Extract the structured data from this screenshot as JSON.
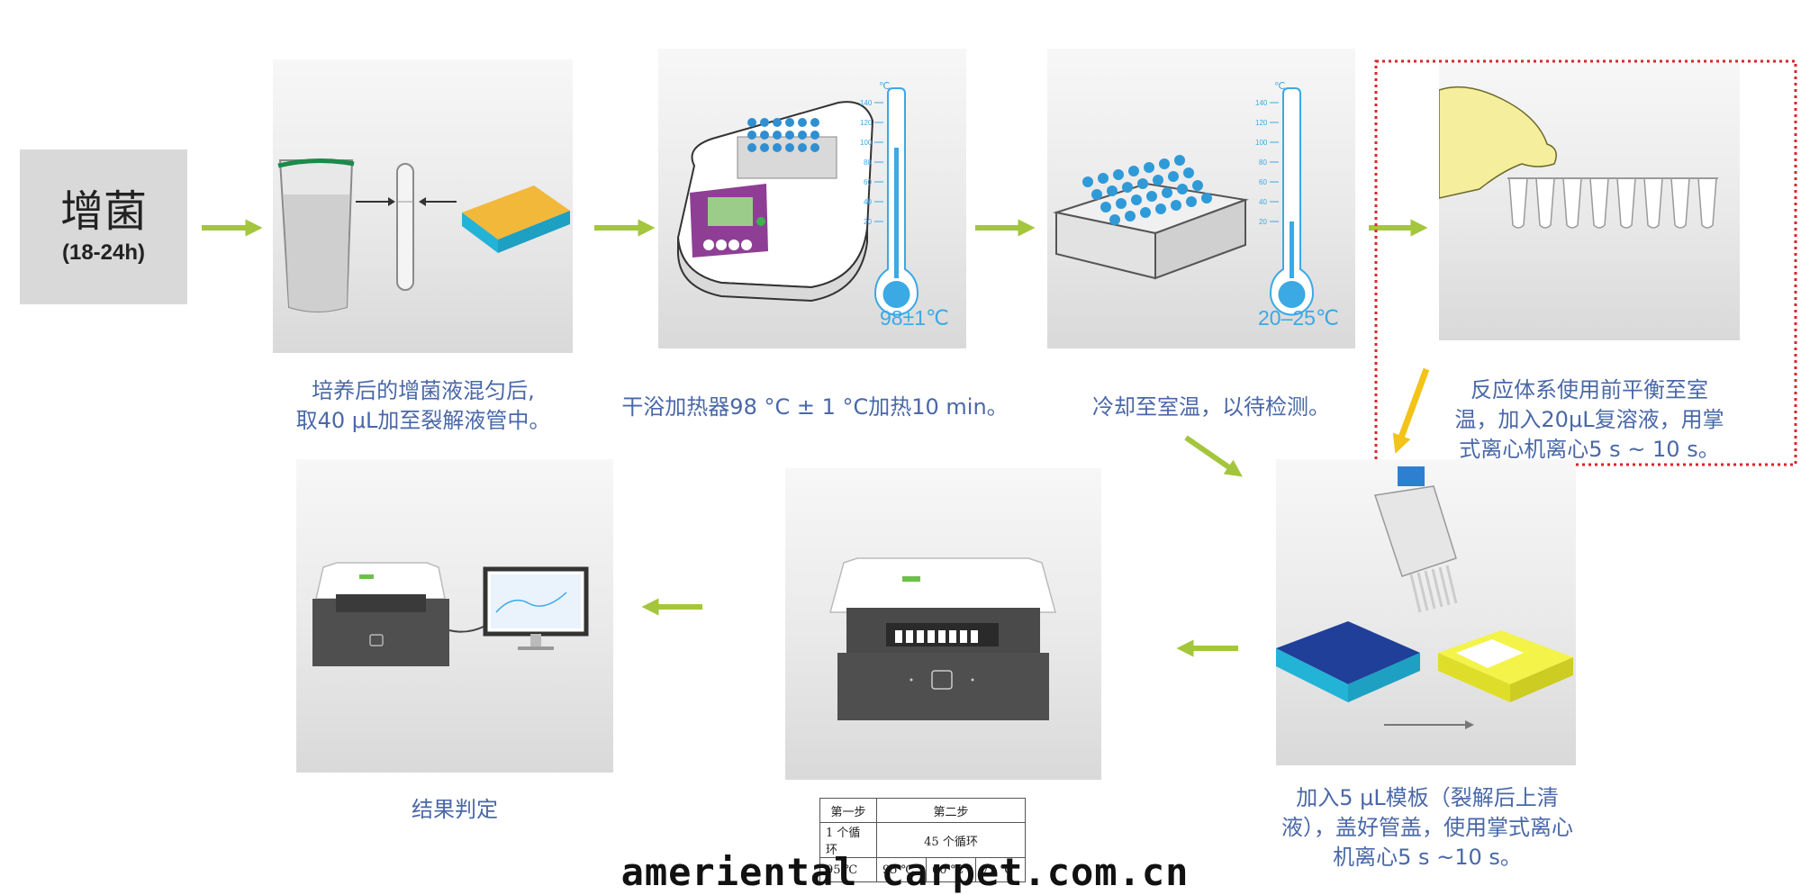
{
  "start": {
    "title": "增菌",
    "subtitle": "(18-24h)"
  },
  "steps": [
    {
      "caption_lines": [
        "培养后的增菌液混匀后,",
        "取40 μL加至裂解液管中。"
      ]
    },
    {
      "caption_lines": [
        "干浴加热器98 °C ± 1 °C加热10 min。"
      ],
      "temp_label": "98±1℃"
    },
    {
      "caption_lines": [
        "冷却至室温，以待检测。"
      ],
      "temp_label": "20–25℃"
    },
    {
      "caption_lines": [
        "反应体系使用前平衡至室",
        "温，加入20μL复溶液，用掌",
        "式离心机离心5 s ~ 10 s。"
      ]
    },
    {
      "caption_lines": [
        "加入5 μL模板（裂解后上清",
        "液），盖好管盖，使用掌式离心",
        "机离心5 s ~10 s。"
      ]
    },
    {
      "caption_lines": [
        "结果判定"
      ]
    }
  ],
  "thermometer": {
    "unit": "℃",
    "ticks": [
      "140",
      "120",
      "100",
      "80",
      "60",
      "40",
      "20"
    ]
  },
  "cycle_table": {
    "header": [
      "第一步",
      "第二步"
    ],
    "cycles": [
      "1 个循环",
      "45 个循环"
    ],
    "temps": [
      "95 ℃",
      "95 ℃",
      "60 ℃",
      "72 ℃"
    ]
  },
  "watermark": "ameriental carpet.com.cn",
  "colors": {
    "arrow_green": "#a4c63c",
    "arrow_yellow": "#f3c318",
    "highlight_dashed": "#d8262c",
    "caption_blue": "#4a68a8",
    "temp_blue": "#3aa9e4"
  }
}
